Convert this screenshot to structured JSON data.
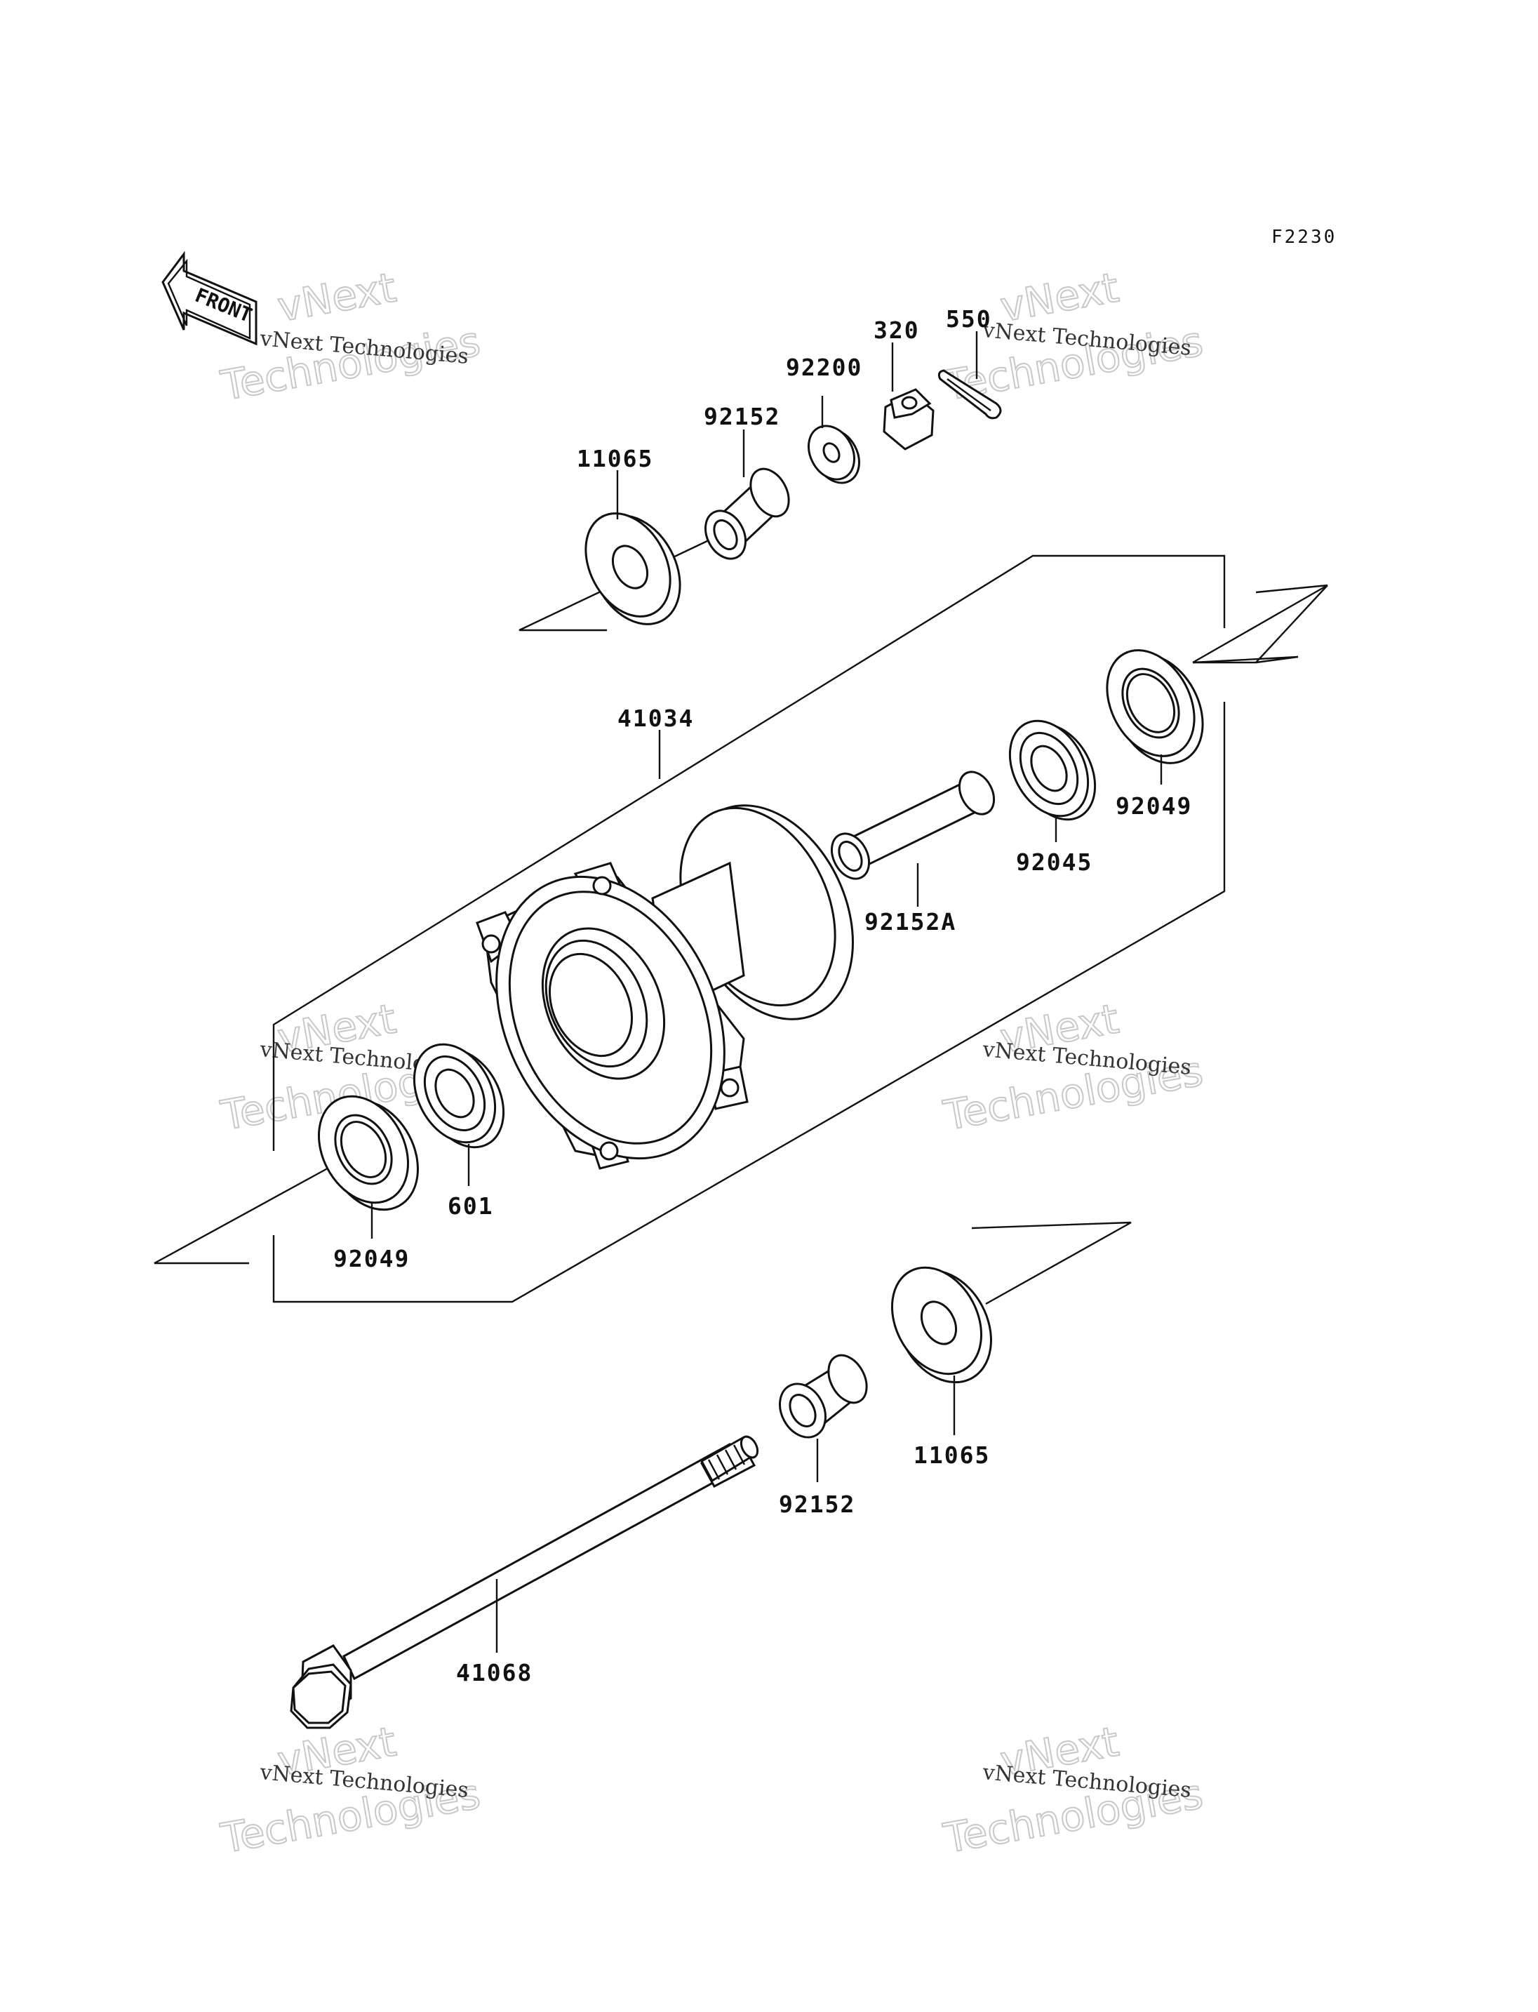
{
  "figure_code": "F2230",
  "front_indicator": "FRONT",
  "watermark": {
    "line1": "vNext",
    "line2": "Technologies",
    "caption": "vNext Technologies"
  },
  "parts": {
    "p11065_top": "11065",
    "p92152_top": "92152",
    "p92200": "92200",
    "p320": "320",
    "p550": "550",
    "p41034": "41034",
    "p92152A": "92152A",
    "p92045": "92045",
    "p92049_right": "92049",
    "p601": "601",
    "p92049_left": "92049",
    "p11065_bottom": "11065",
    "p92152_bottom": "92152",
    "p41068": "41068"
  }
}
